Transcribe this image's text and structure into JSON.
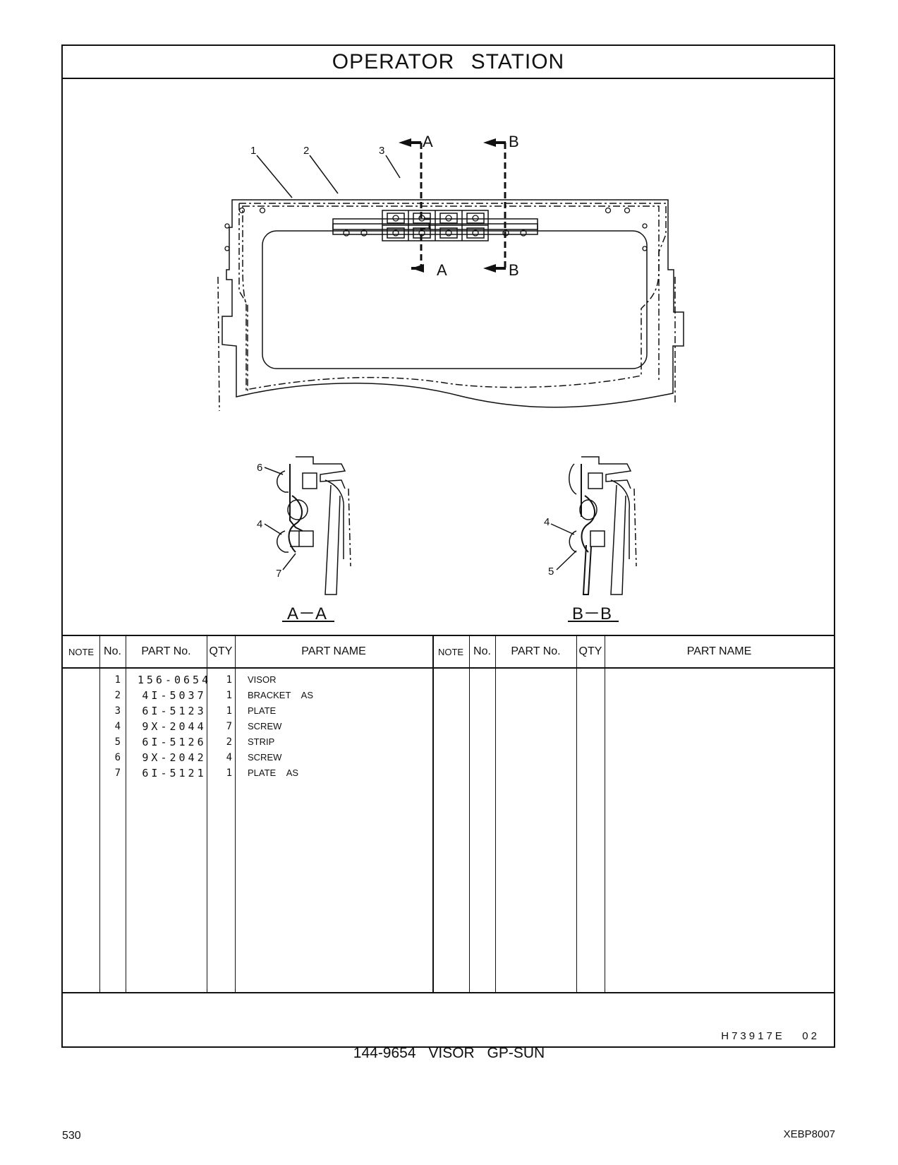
{
  "header": {
    "title": "OPERATOR   STATION"
  },
  "drawing": {
    "callouts": [
      "1",
      "2",
      "3",
      "4",
      "5",
      "6",
      "7"
    ],
    "section_marks": {
      "a": "A",
      "b": "B"
    },
    "views": [
      {
        "label": "A－A",
        "callouts": [
          "6",
          "4",
          "7"
        ]
      },
      {
        "label": "B－B",
        "callouts": [
          "4",
          "5"
        ]
      }
    ]
  },
  "table": {
    "headers": {
      "note": "NOTE",
      "no": "No.",
      "part_no": "PART No.",
      "qty": "QTY",
      "part_name": "PART NAME"
    },
    "rows": [
      {
        "no": "1",
        "part_no": "156-0654",
        "qty": "1",
        "name": "VISOR"
      },
      {
        "no": "2",
        "part_no": "4I-5037",
        "qty": "1",
        "name": "BRACKET  AS"
      },
      {
        "no": "3",
        "part_no": "6I-5123",
        "qty": "1",
        "name": "PLATE"
      },
      {
        "no": "4",
        "part_no": "9X-2044",
        "qty": "7",
        "name": "SCREW"
      },
      {
        "no": "5",
        "part_no": "6I-5126",
        "qty": "2",
        "name": "STRIP"
      },
      {
        "no": "6",
        "part_no": "9X-2042",
        "qty": "4",
        "name": "SCREW"
      },
      {
        "no": "7",
        "part_no": "6I-5121",
        "qty": "1",
        "name": "PLATE  AS"
      }
    ]
  },
  "footer": {
    "reference": "H73917E   02"
  },
  "caption": "144-9654   VISOR  GP-SUN",
  "page_number": "530",
  "document_code": "XEBP8007"
}
